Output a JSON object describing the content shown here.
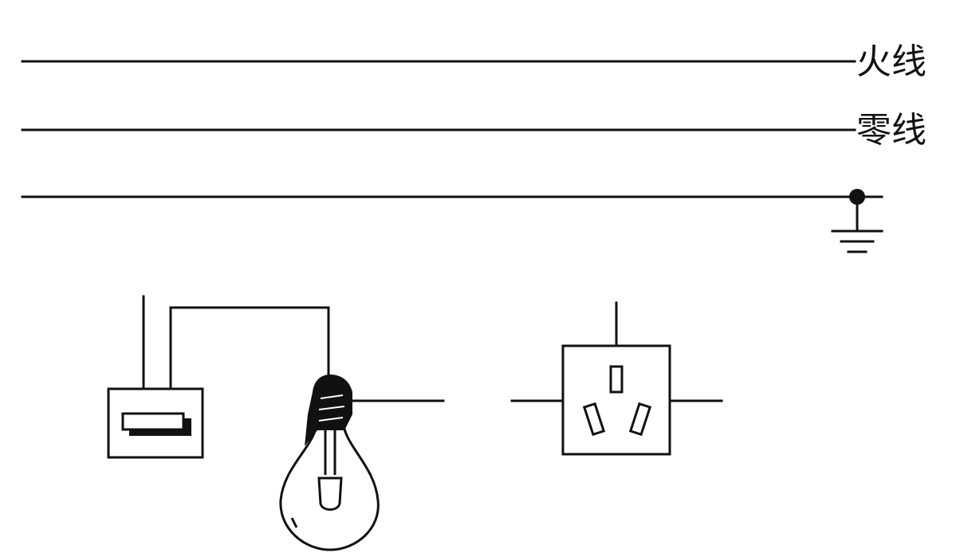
{
  "labels": {
    "live_wire": "火线",
    "neutral_wire": "零线"
  },
  "colors": {
    "line": "#111111",
    "background": "#ffffff"
  },
  "components": [
    {
      "name": "switch",
      "icon": "switch-icon"
    },
    {
      "name": "light-bulb",
      "icon": "bulb-icon"
    },
    {
      "name": "three-pin-socket",
      "icon": "socket-icon"
    },
    {
      "name": "ground",
      "icon": "ground-icon"
    }
  ]
}
